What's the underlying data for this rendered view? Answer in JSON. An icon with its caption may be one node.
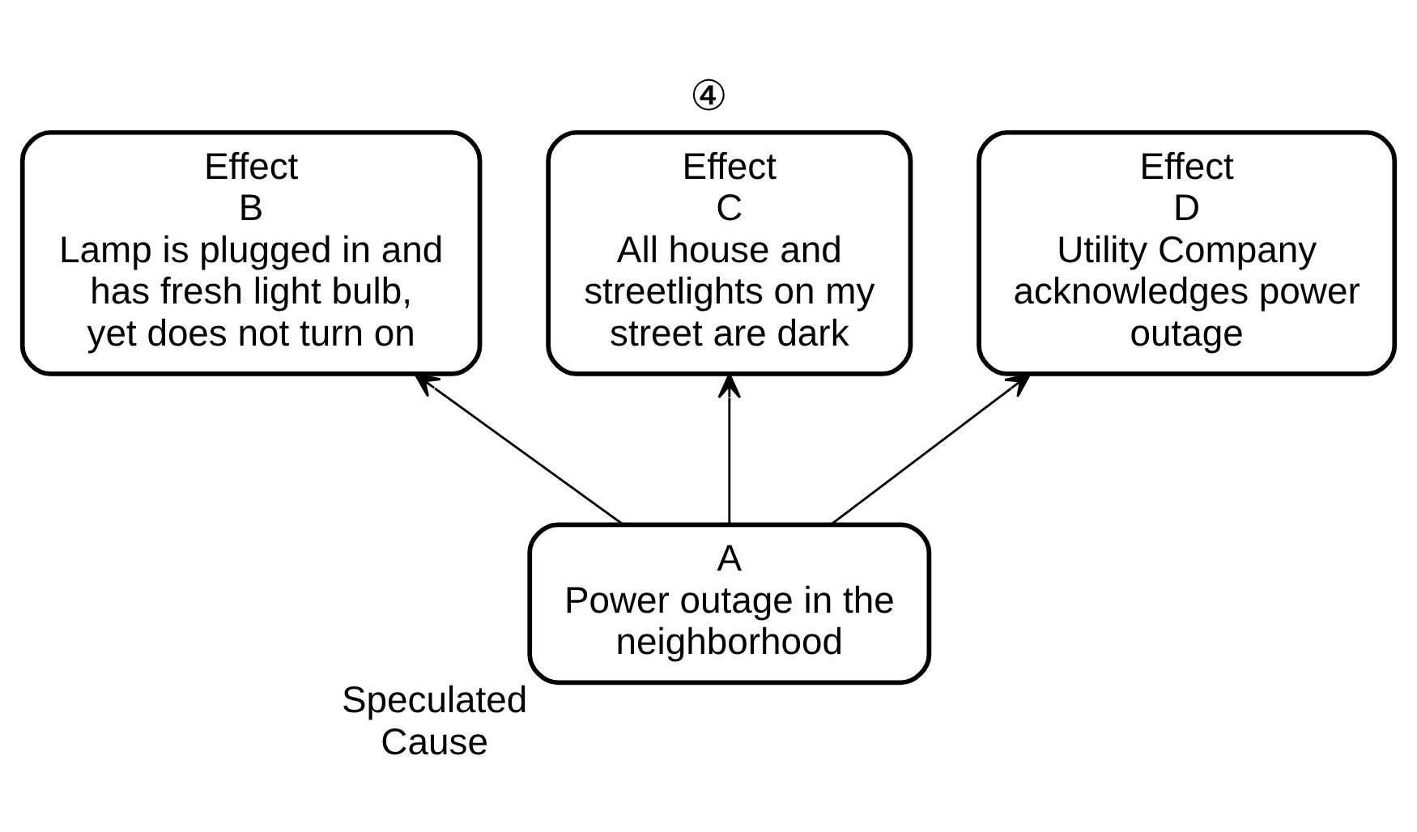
{
  "diagram": {
    "title": "④",
    "nodes": [
      {
        "text": [
          "Effect",
          "B",
          "Lamp is plugged in and has fresh light bulb, yet does not turn on"
        ]
      },
      {
        "text": [
          "Effect",
          "C",
          "All house and streetlights on my street are dark"
        ]
      },
      {
        "text": [
          "Effect",
          "D",
          "Utility Company acknowledges power outage"
        ]
      },
      {
        "text": [
          "A",
          "Power outage in the neighborhood"
        ],
        "beside": [
          "Speculated Cause"
        ]
      }
    ],
    "edges": [
      {
        "from": 3,
        "to": 0,
        "arrow": "to"
      },
      {
        "from": 3,
        "to": 1,
        "arrow": "to"
      },
      {
        "from": 3,
        "to": 2,
        "arrow": "to"
      }
    ]
  }
}
